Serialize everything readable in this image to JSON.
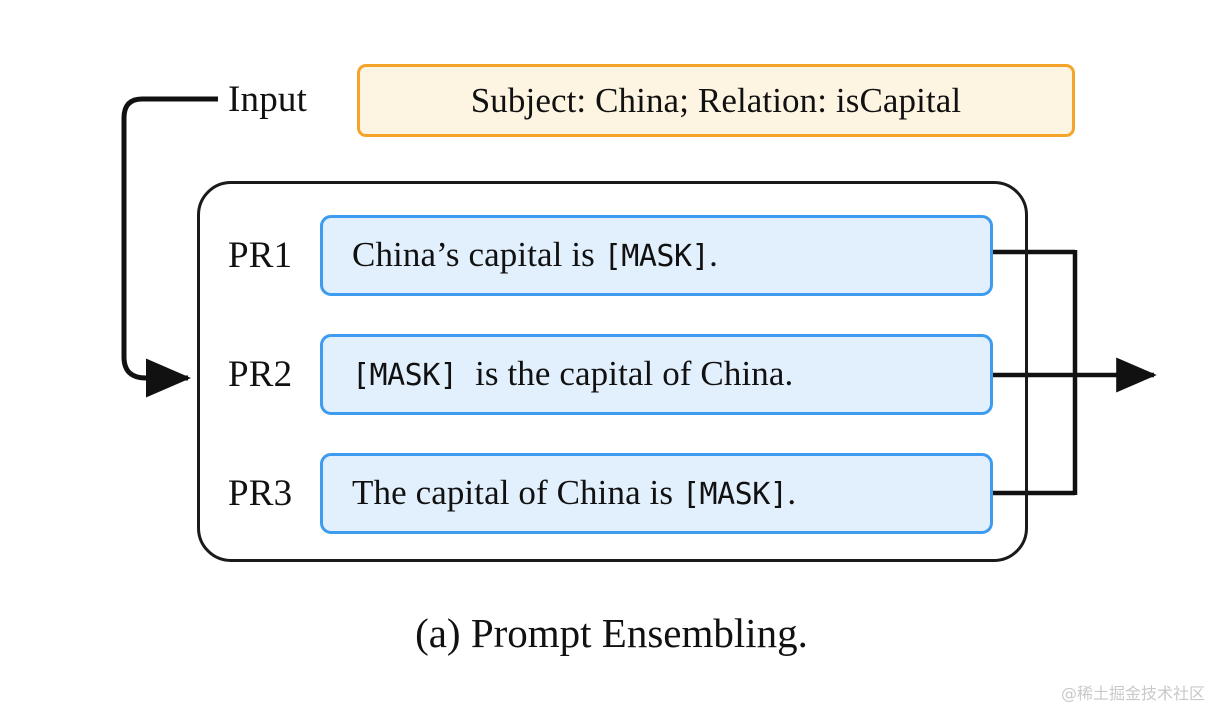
{
  "figure": {
    "caption": "(a) Prompt Ensembling.",
    "watermark": "@稀土掘金技术社区",
    "colors": {
      "input_box_fill": "#fdf4e2",
      "input_box_border": "#f5a42a",
      "prompt_box_fill": "#e2effc",
      "prompt_box_border": "#3d9bf0",
      "container_border": "#1a1a1a",
      "connector_line": "#111111",
      "background": "#ffffff",
      "watermark_text": "#c9c9c9"
    }
  },
  "input": {
    "label": "Input",
    "value": "Subject: China; Relation: isCapital"
  },
  "prompts": [
    {
      "tag": "PR1",
      "pre": "China’s capital is ",
      "mask": "[MASK]",
      "post": "."
    },
    {
      "tag": "PR2",
      "pre": "",
      "mask": "[MASK]",
      "post": "  is the capital of China."
    },
    {
      "tag": "PR3",
      "pre": "The capital of China is ",
      "mask": "[MASK]",
      "post": "."
    }
  ],
  "connectors": {
    "input_feedback_label": "input-to-prompts-arrow",
    "output_label": "ensemble-output-arrow"
  }
}
